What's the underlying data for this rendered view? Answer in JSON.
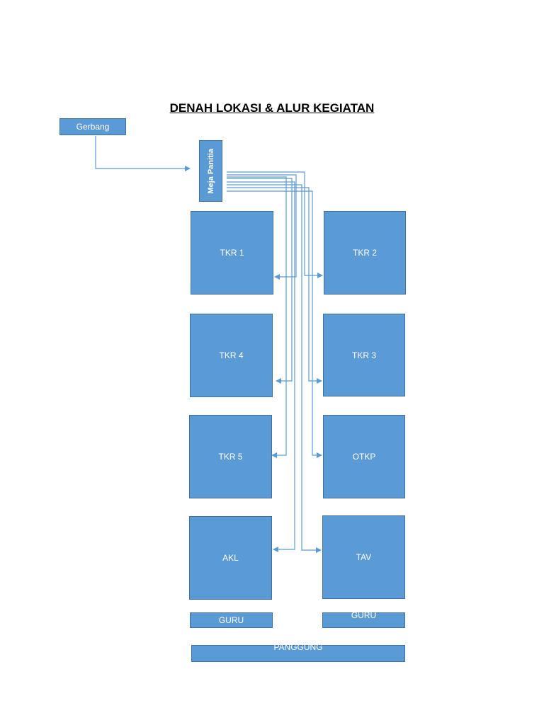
{
  "title": "DENAH LOKASI & ALUR KEGIATAN",
  "gate": "Gerbang",
  "desk": "Meja Panitia",
  "rooms": {
    "tkr1": "TKR 1",
    "tkr2": "TKR 2",
    "tkr4": "TKR 4",
    "tkr3": "TKR 3",
    "tkr5": "TKR 5",
    "otkp": "OTKP",
    "akl": "AKL",
    "tav": "TAV"
  },
  "guru_left": "GURU",
  "guru_right": "GURU",
  "stage": "PANGGUNG",
  "colors": {
    "fill": "#5b9bd5",
    "border": "#41719c",
    "line": "#5b9bd5"
  }
}
